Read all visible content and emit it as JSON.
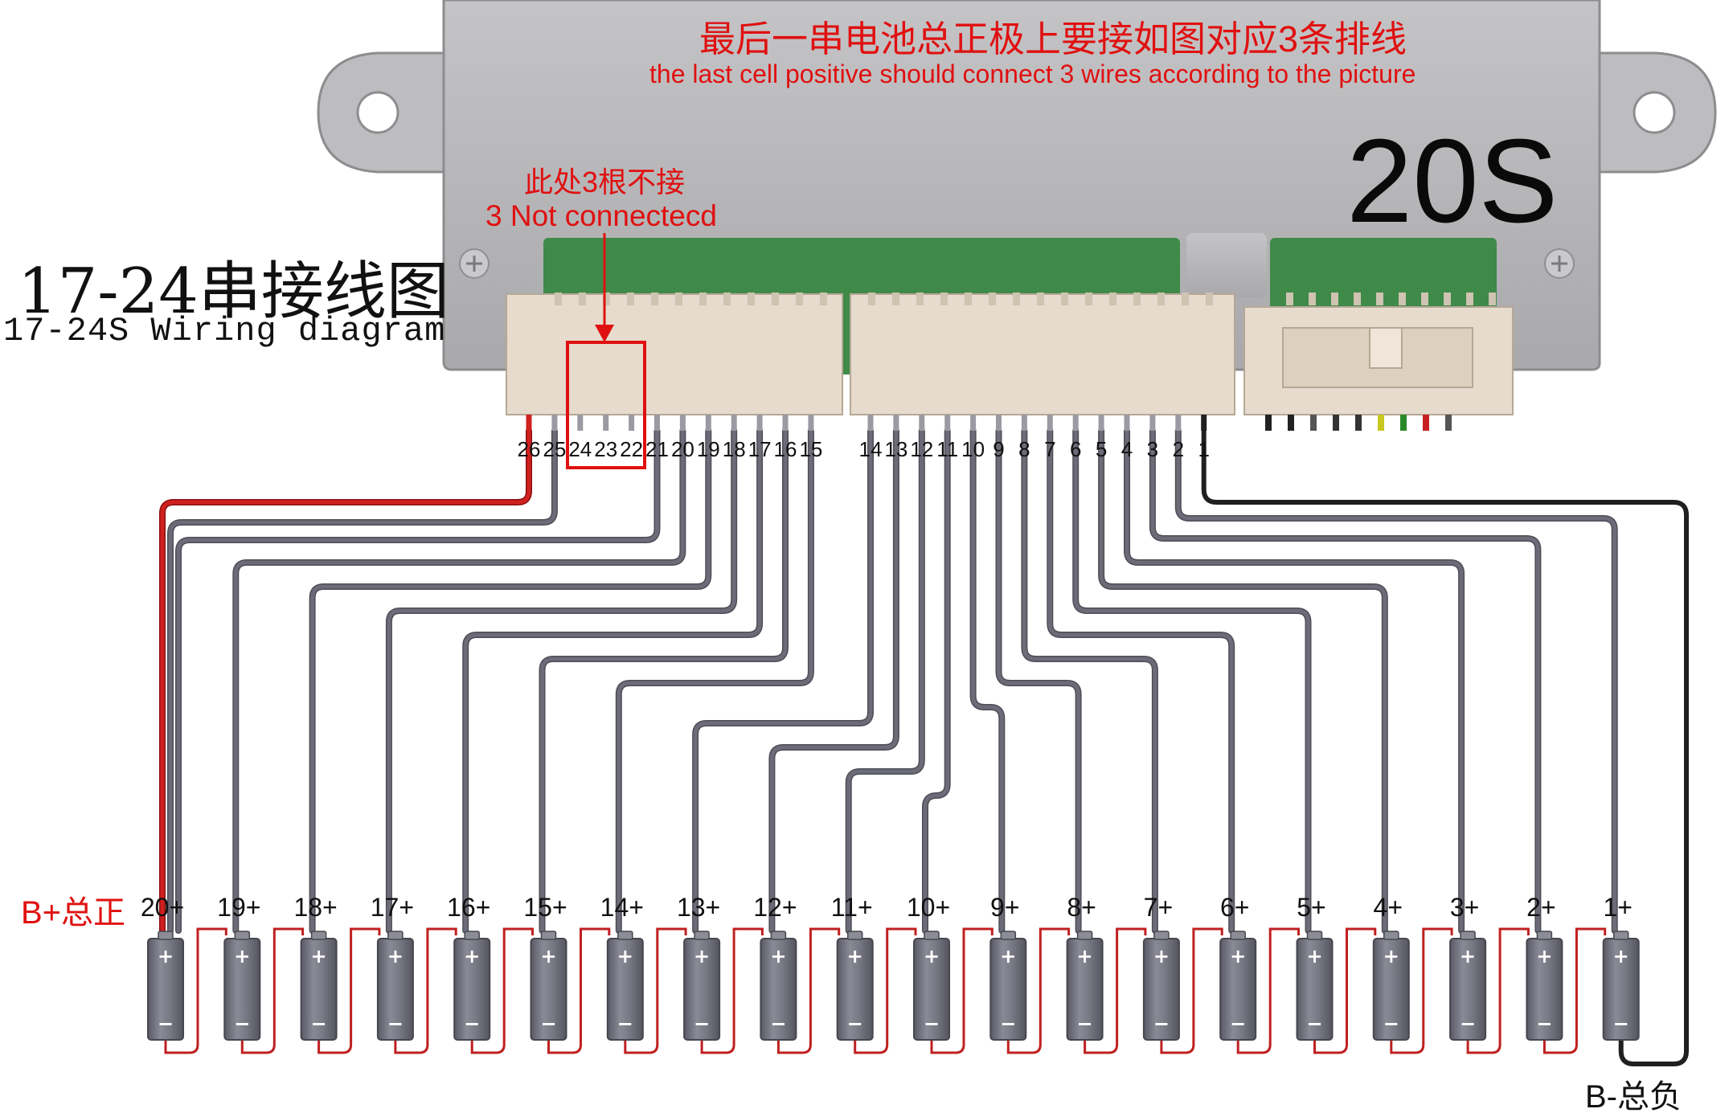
{
  "title": {
    "cn": "17-24串接线图",
    "en": "17-24S Wiring diagram"
  },
  "notice": {
    "cn": "最后一串电池总正极上要接如图对应3条排线",
    "en": "the last cell positive should connect 3 wires according to the picture"
  },
  "model": "20S",
  "not_connected": {
    "cn": "此处3根不接",
    "en": "3 Not connectecd"
  },
  "pins_left": [
    "26",
    "25",
    "24",
    "23",
    "22",
    "21",
    "20",
    "19",
    "18",
    "17",
    "16",
    "15"
  ],
  "pins_right": [
    "14",
    "13",
    "12",
    "11",
    "10",
    "9",
    "8",
    "7",
    "6",
    "5",
    "4",
    "3",
    "2",
    "1"
  ],
  "cells": [
    "20+",
    "19+",
    "18+",
    "17+",
    "16+",
    "15+",
    "14+",
    "13+",
    "12+",
    "11+",
    "10+",
    "9+",
    "8+",
    "7+",
    "6+",
    "5+",
    "4+",
    "3+",
    "2+",
    "1+"
  ],
  "cell_plus": "+",
  "cell_minus": "−",
  "b_plus_label": "B+总正",
  "b_minus_label": "B-总负",
  "colors": {
    "warning_text": "#e01010",
    "balance_wire": "#6c6c78",
    "b_plus_wire": "#d02020",
    "b_minus_wire": "#202020",
    "cell_link": "#c02020",
    "board_metal": "#b9b9bb",
    "pcb": "#3f8a48",
    "connector": "#e6dbcc"
  }
}
